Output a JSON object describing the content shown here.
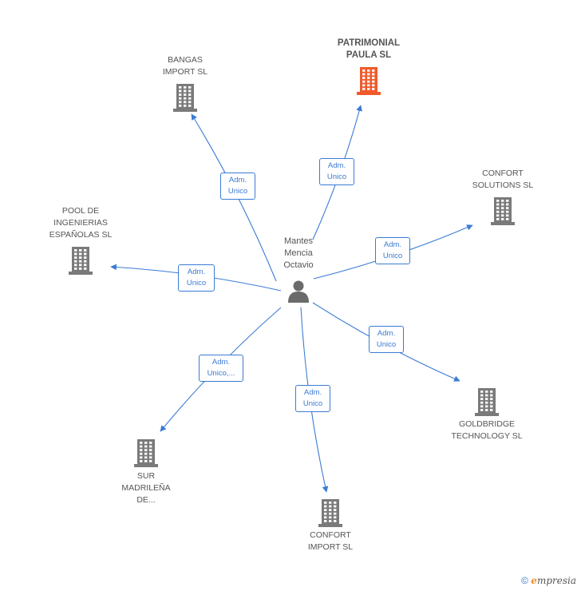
{
  "colors": {
    "edge": "#3a7bd5",
    "building": "#7a7a7a",
    "highlight": "#f15a2b",
    "person": "#6b6b6b"
  },
  "center": {
    "name": "Mantes\nMencia\nOctavio",
    "icon": "person-icon"
  },
  "nodes": [
    {
      "id": "bangas",
      "label": "BANGAS\nIMPORT SL",
      "highlight": false,
      "icon": "building-icon"
    },
    {
      "id": "patrimonial",
      "label": "PATRIMONIAL\nPAULA SL",
      "highlight": true,
      "icon": "building-icon"
    },
    {
      "id": "confort-solutions",
      "label": "CONFORT\nSOLUTIONS SL",
      "highlight": false,
      "icon": "building-icon"
    },
    {
      "id": "pool",
      "label": "POOL DE\nINGENIERIAS\nESPAÑOLAS SL",
      "highlight": false,
      "icon": "building-icon"
    },
    {
      "id": "goldbridge",
      "label": "GOLDBRIDGE\nTECHNOLOGY SL",
      "highlight": false,
      "icon": "building-icon"
    },
    {
      "id": "sur",
      "label": "SUR\nMADRILEÑA\nDE...",
      "highlight": false,
      "icon": "building-icon"
    },
    {
      "id": "confort-import",
      "label": "CONFORT\nIMPORT SL",
      "highlight": false,
      "icon": "building-icon"
    }
  ],
  "edges": [
    {
      "to": "bangas",
      "label": "Adm.\nUnico"
    },
    {
      "to": "patrimonial",
      "label": "Adm.\nUnico"
    },
    {
      "to": "confort-solutions",
      "label": "Adm.\nUnico"
    },
    {
      "to": "pool",
      "label": "Adm.\nUnico"
    },
    {
      "to": "goldbridge",
      "label": "Adm.\nUnico"
    },
    {
      "to": "sur",
      "label": "Adm.\nUnico,..."
    },
    {
      "to": "confort-import",
      "label": "Adm.\nUnico"
    }
  ],
  "footer": {
    "copyright": "©",
    "brand_initial": "e",
    "brand_rest": "mpresia"
  }
}
